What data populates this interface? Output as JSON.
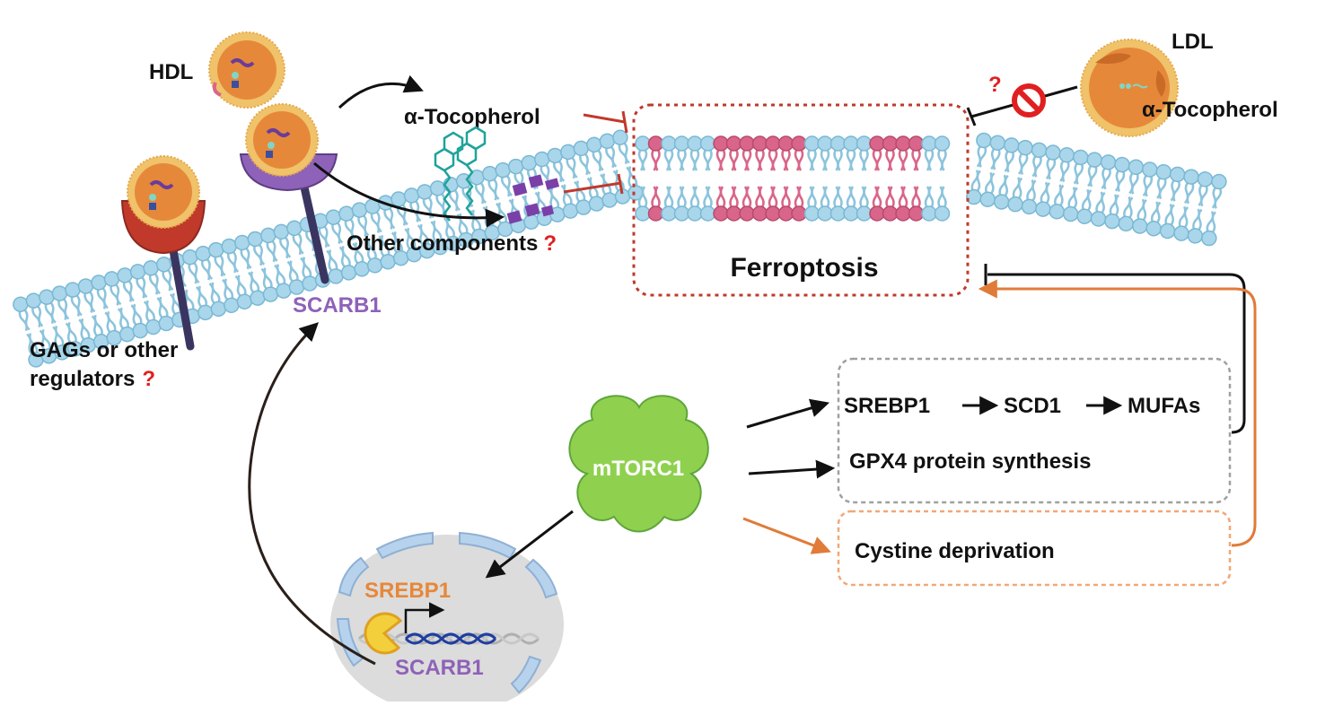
{
  "colors": {
    "lipid_head": "#a9d6ea",
    "lipid_head_stroke": "#7ab8d4",
    "lipid_tail": "#8cc4dc",
    "oxidized_lipid": "#d9668a",
    "inhibit_red": "#c0392b",
    "question_red": "#e02020",
    "mtorc1_green": "#8fd14f",
    "scarb1_purple": "#8e62b8",
    "srebp1_orange": "#e6883a",
    "orange_arrow": "#e07b39",
    "dashed_gray": "#a0a0a0",
    "dashed_orange": "#f0a878",
    "text": "#111111"
  },
  "labels": {
    "hdl": "HDL",
    "ldl": "LDL",
    "tocopherol_top": "α-Tocopherol",
    "tocopherol_ldl": "α-Tocopherol",
    "other_components": "Other components",
    "ferroptosis": "Ferroptosis",
    "scarb1_membrane": "SCARB1",
    "gags_line1": "GAGs or other",
    "gags_line2": "regulators",
    "question_mark": "?",
    "mtorc1": "mTORC1",
    "srebp1": "SREBP1",
    "scd1": "SCD1",
    "mufas": "MUFAs",
    "gpx4": "GPX4 protein synthesis",
    "cystine": "Cystine deprivation",
    "nucleus_srebp1": "SREBP1",
    "nucleus_scarb1": "SCARB1"
  },
  "icons": {
    "prohibition": "no-entry-icon",
    "hdl_particle": "hdl-particle-icon",
    "ldl_particle": "ldl-particle-icon",
    "tocopherol_molecule": "tocopherol-molecule-icon",
    "nucleus": "nucleus-icon",
    "dna": "dna-icon",
    "srebp1_protein": "srebp1-protein-icon"
  }
}
